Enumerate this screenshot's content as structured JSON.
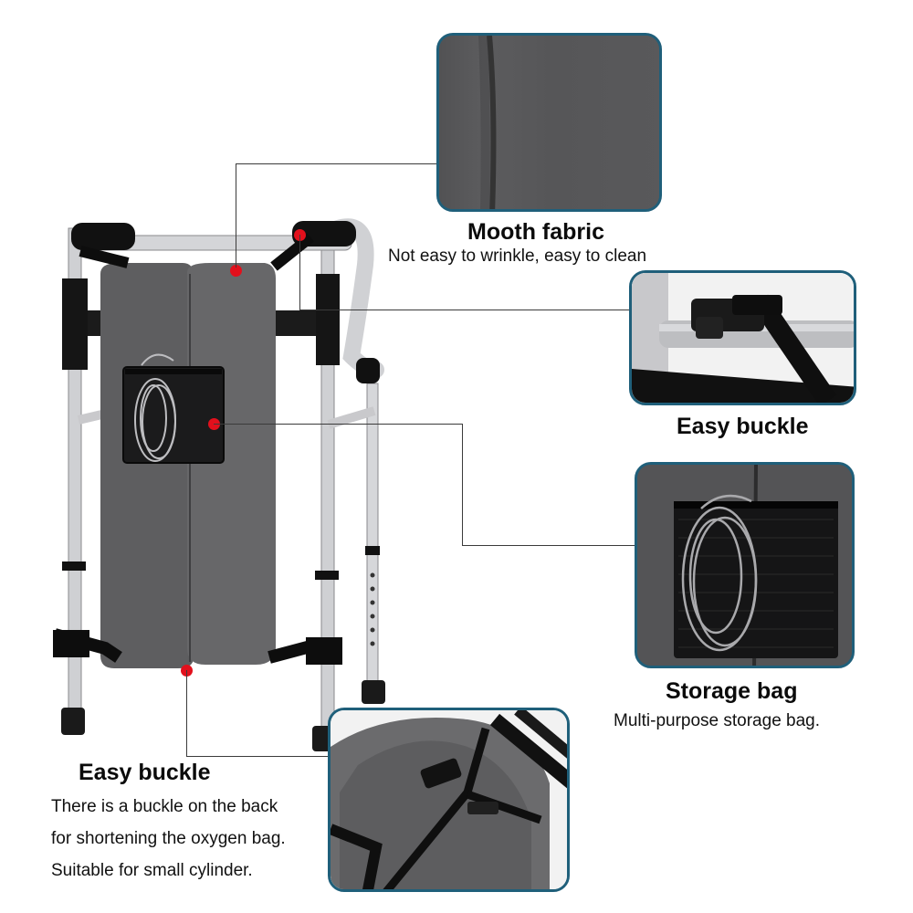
{
  "callouts": {
    "fabric": {
      "title": "Mooth fabric",
      "description": "Not easy to wrinkle, easy to clean"
    },
    "buckle_top": {
      "title": "Easy buckle"
    },
    "storage": {
      "title": "Storage bag",
      "description": "Multi-purpose storage bag."
    },
    "buckle_back": {
      "title": "Easy buckle",
      "lines": [
        "There is a buckle on the back",
        "for shortening the oxygen bag.",
        "Suitable for small cylinder."
      ]
    }
  },
  "colors": {
    "panel_border": "#1f5f7a",
    "marker": "#e2101c",
    "fabric": "#5a5a5c",
    "frame": "#c9c9cc"
  }
}
